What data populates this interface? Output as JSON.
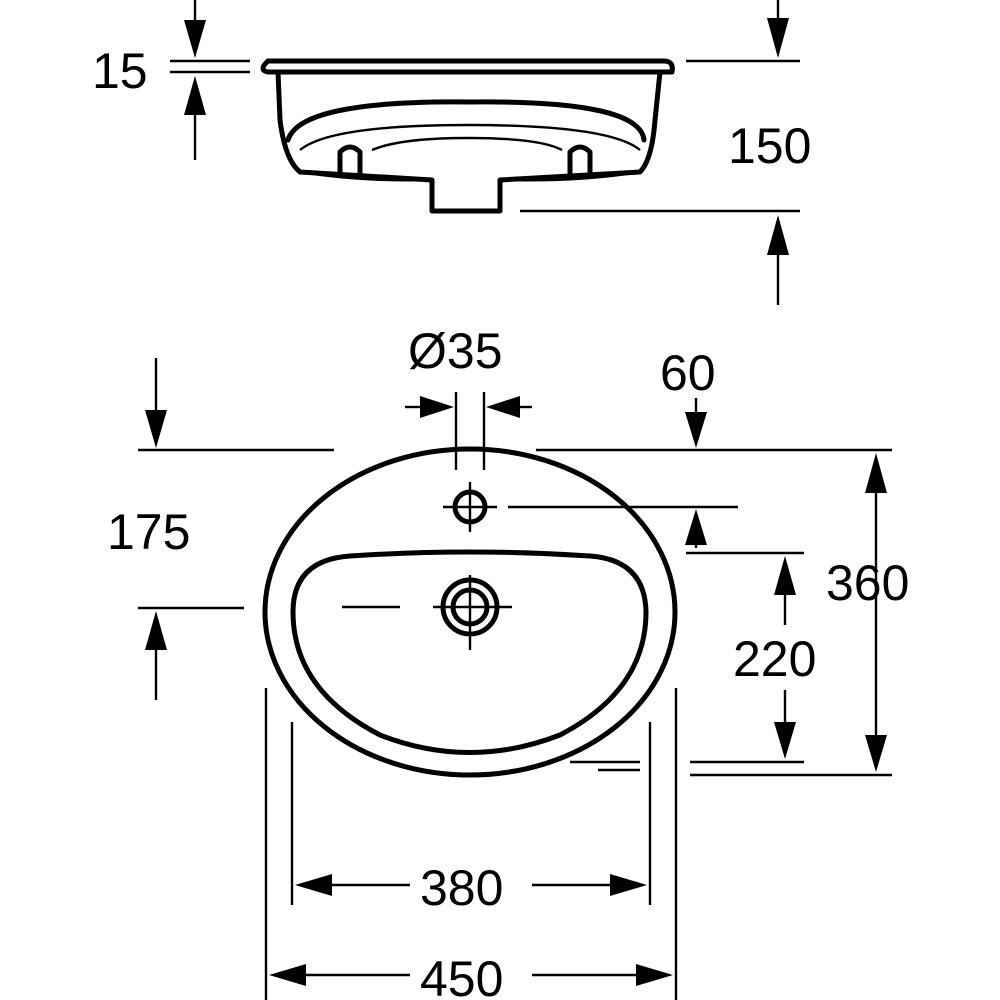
{
  "dimensions": {
    "rim_thickness": "15",
    "side_height": "150",
    "tap_hole_diameter": "Ø35",
    "tap_hole_offset": "60",
    "front_offset": "175",
    "overall_depth": "360",
    "bowl_depth": "220",
    "bowl_width": "380",
    "overall_width": "450"
  },
  "colors": {
    "line": "#000000",
    "background": "#ffffff"
  }
}
